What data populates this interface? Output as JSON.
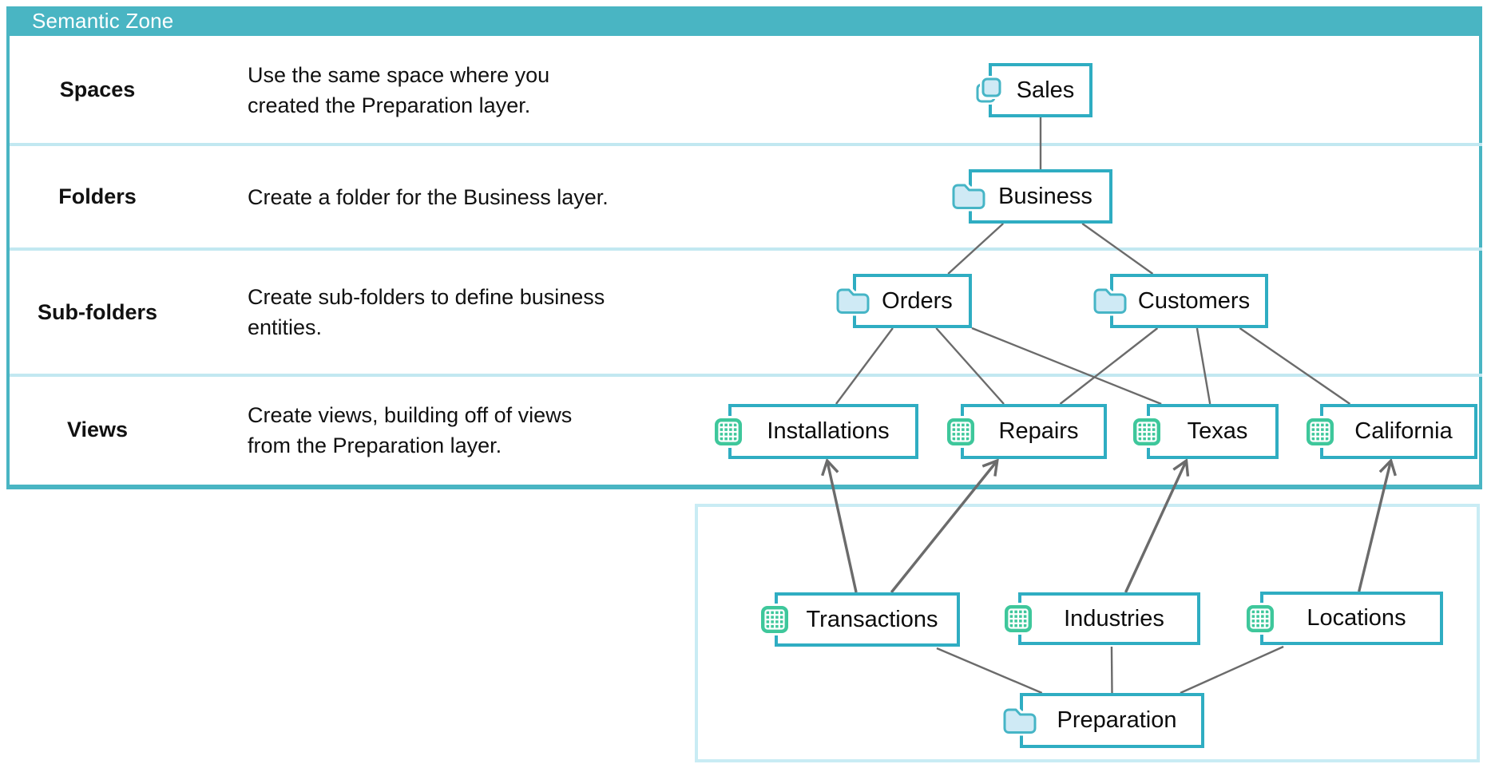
{
  "header": {
    "title": "Semantic Zone"
  },
  "rows": [
    {
      "label": "Spaces",
      "desc": "Use the same space where you\ncreated the Preparation layer."
    },
    {
      "label": "Folders",
      "desc": "Create a folder for the Business layer."
    },
    {
      "label": "Sub-folders",
      "desc": "Create sub-folders to define business\nentities."
    },
    {
      "label": "Views",
      "desc": "Create views, building off of views\nfrom the Preparation layer."
    }
  ],
  "nodes": [
    {
      "id": "sales",
      "label": "Sales",
      "icon": "spaces-icon"
    },
    {
      "id": "business",
      "label": "Business",
      "icon": "folder-icon"
    },
    {
      "id": "orders",
      "label": "Orders",
      "icon": "folder-icon"
    },
    {
      "id": "customers",
      "label": "Customers",
      "icon": "folder-icon"
    },
    {
      "id": "installations",
      "label": "Installations",
      "icon": "table-icon"
    },
    {
      "id": "repairs",
      "label": "Repairs",
      "icon": "table-icon"
    },
    {
      "id": "texas",
      "label": "Texas",
      "icon": "table-icon"
    },
    {
      "id": "california",
      "label": "California",
      "icon": "table-icon"
    },
    {
      "id": "transactions",
      "label": "Transactions",
      "icon": "table-icon"
    },
    {
      "id": "industries",
      "label": "Industries",
      "icon": "table-icon"
    },
    {
      "id": "locations",
      "label": "Locations",
      "icon": "table-icon"
    },
    {
      "id": "preparation",
      "label": "Preparation",
      "icon": "folder-icon"
    }
  ],
  "edges": [
    {
      "from": "sales",
      "to": "business",
      "arrow": false
    },
    {
      "from": "business",
      "to": "orders",
      "arrow": false
    },
    {
      "from": "business",
      "to": "customers",
      "arrow": false
    },
    {
      "from": "orders",
      "to": "installations",
      "arrow": false
    },
    {
      "from": "orders",
      "to": "repairs",
      "arrow": false
    },
    {
      "from": "orders",
      "to": "texas",
      "arrow": false
    },
    {
      "from": "customers",
      "to": "repairs",
      "arrow": false
    },
    {
      "from": "customers",
      "to": "texas",
      "arrow": false
    },
    {
      "from": "customers",
      "to": "california",
      "arrow": false
    },
    {
      "from": "preparation",
      "to": "transactions",
      "arrow": false
    },
    {
      "from": "preparation",
      "to": "industries",
      "arrow": false
    },
    {
      "from": "preparation",
      "to": "locations",
      "arrow": false
    },
    {
      "from": "transactions",
      "to": "installations",
      "arrow": true
    },
    {
      "from": "transactions",
      "to": "repairs",
      "arrow": true
    },
    {
      "from": "industries",
      "to": "texas",
      "arrow": true
    },
    {
      "from": "locations",
      "to": "california",
      "arrow": true
    }
  ],
  "colors": {
    "zone_teal": "#49b5c3",
    "node_border": "#2fadc2",
    "separator": "#c2e8f1",
    "prep_border": "#c9ecf4",
    "line_gray": "#6b6b6b",
    "icon_green": "#3ec79b",
    "icon_blue_fill": "#cfeaf5",
    "icon_blue_stroke": "#46b5c6"
  }
}
